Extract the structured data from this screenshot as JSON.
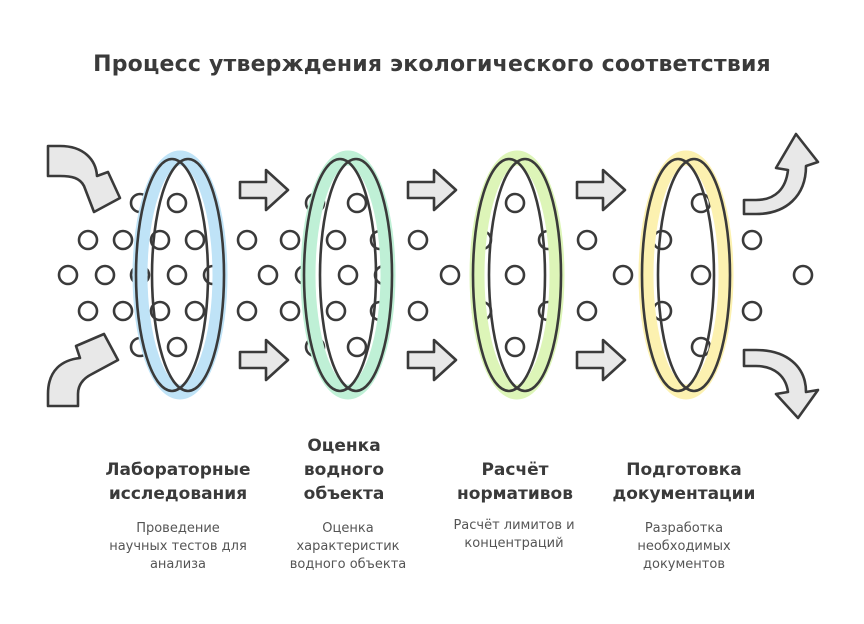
{
  "title": "Процесс утверждения экологического соответствия",
  "colors": {
    "stroke": "#3a3a3a",
    "arrow_fill": "#e8e8e8",
    "stage_1": "#bfe3f7",
    "stage_2": "#bff0d6",
    "stage_3": "#ddf5b8",
    "stage_4": "#fcf1b0"
  },
  "stages": [
    {
      "title_lines": [
        "Лабораторные",
        "исследования"
      ],
      "desc_lines": [
        "Проведение",
        "научных тестов для",
        "анализа"
      ]
    },
    {
      "title_lines": [
        "Оценка",
        "водного",
        "объекта"
      ],
      "desc_lines": [
        "Оценка",
        "характеристик",
        "водного объекта"
      ]
    },
    {
      "title_lines": [
        "Расчёт",
        "нормативов"
      ],
      "desc_lines": [
        "Расчёт лимитов и",
        "концентраций"
      ]
    },
    {
      "title_lines": [
        "Подготовка",
        "документации"
      ],
      "desc_lines": [
        "Разработка",
        "необходимых",
        "документов"
      ]
    }
  ]
}
